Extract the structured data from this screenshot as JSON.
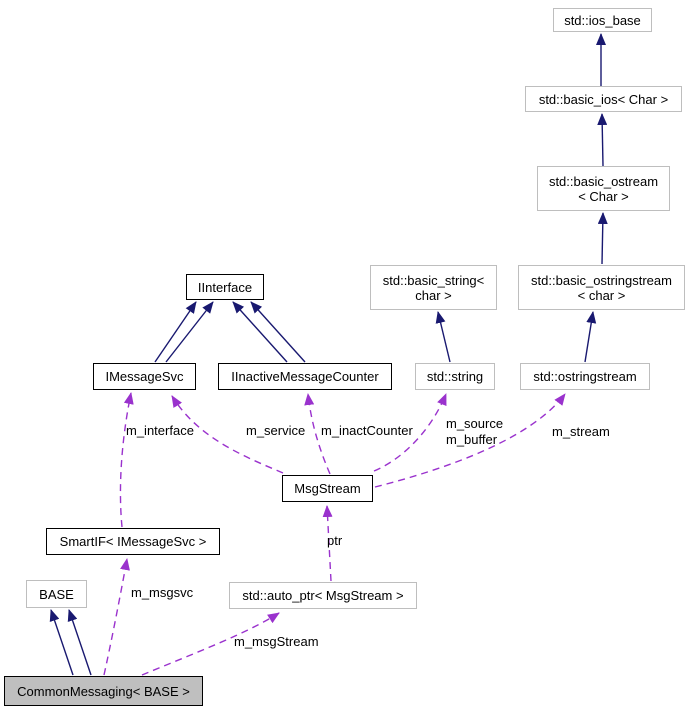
{
  "diagram": {
    "type": "class-collaboration-diagram",
    "colors": {
      "inheritance_edge": "#191970",
      "usage_edge": "#9a32cd",
      "documented_node_border": "#000000",
      "external_node_border": "#bebebe",
      "current_node_fill": "#bfbfbf",
      "background": "#ffffff"
    },
    "nodes": {
      "ios_base": {
        "label": "std::ios_base"
      },
      "basic_ios": {
        "label": "std::basic_ios< Char >"
      },
      "basic_ostream": {
        "label": "std::basic_ostream\n< Char >"
      },
      "basic_string": {
        "label": "std::basic_string<\nchar >"
      },
      "basic_ostringstream": {
        "label": "std::basic_ostringstream\n< char >"
      },
      "iinterface": {
        "label": "IInterface"
      },
      "imessagesvc": {
        "label": "IMessageSvc"
      },
      "iinactivemessagecounter": {
        "label": "IInactiveMessageCounter"
      },
      "string": {
        "label": "std::string"
      },
      "ostringstream": {
        "label": "std::ostringstream"
      },
      "msgstream": {
        "label": "MsgStream"
      },
      "smartif": {
        "label": "SmartIF< IMessageSvc >"
      },
      "base": {
        "label": "BASE"
      },
      "auto_ptr": {
        "label": "std::auto_ptr< MsgStream >"
      },
      "commonmessaging": {
        "label": "CommonMessaging< BASE >"
      }
    },
    "edge_labels": {
      "m_interface": "m_interface",
      "m_service": "m_service",
      "m_inactCounter": "m_inactCounter",
      "m_source_m_buffer": "m_source\nm_buffer",
      "m_stream": "m_stream",
      "m_msgsvc": "m_msgsvc",
      "ptr": "ptr",
      "m_msgStream": "m_msgStream"
    },
    "edges": [
      {
        "from": "std::basic_ios< Char >",
        "to": "std::ios_base",
        "type": "inheritance"
      },
      {
        "from": "std::basic_ostream< Char >",
        "to": "std::basic_ios< Char >",
        "type": "inheritance"
      },
      {
        "from": "std::basic_ostringstream< char >",
        "to": "std::basic_ostream< Char >",
        "type": "inheritance"
      },
      {
        "from": "std::ostringstream",
        "to": "std::basic_ostringstream< char >",
        "type": "inheritance"
      },
      {
        "from": "std::string",
        "to": "std::basic_string< char >",
        "type": "inheritance"
      },
      {
        "from": "IMessageSvc",
        "to": "IInterface",
        "type": "inheritance",
        "count": 2
      },
      {
        "from": "IInactiveMessageCounter",
        "to": "IInterface",
        "type": "inheritance",
        "count": 2
      },
      {
        "from": "CommonMessaging< BASE >",
        "to": "BASE",
        "type": "inheritance",
        "count": 2
      },
      {
        "from": "SmartIF< IMessageSvc >",
        "to": "IMessageSvc",
        "type": "usage",
        "label": "m_interface"
      },
      {
        "from": "MsgStream",
        "to": "IMessageSvc",
        "type": "usage",
        "label": "m_service"
      },
      {
        "from": "MsgStream",
        "to": "IInactiveMessageCounter",
        "type": "usage",
        "label": "m_inactCounter"
      },
      {
        "from": "MsgStream",
        "to": "std::string",
        "type": "usage",
        "label": "m_source\nm_buffer"
      },
      {
        "from": "MsgStream",
        "to": "std::ostringstream",
        "type": "usage",
        "label": "m_stream"
      },
      {
        "from": "std::auto_ptr< MsgStream >",
        "to": "MsgStream",
        "type": "usage",
        "label": "ptr"
      },
      {
        "from": "CommonMessaging< BASE >",
        "to": "SmartIF< IMessageSvc >",
        "type": "usage",
        "label": "m_msgsvc"
      },
      {
        "from": "CommonMessaging< BASE >",
        "to": "std::auto_ptr< MsgStream >",
        "type": "usage",
        "label": "m_msgStream"
      }
    ]
  }
}
